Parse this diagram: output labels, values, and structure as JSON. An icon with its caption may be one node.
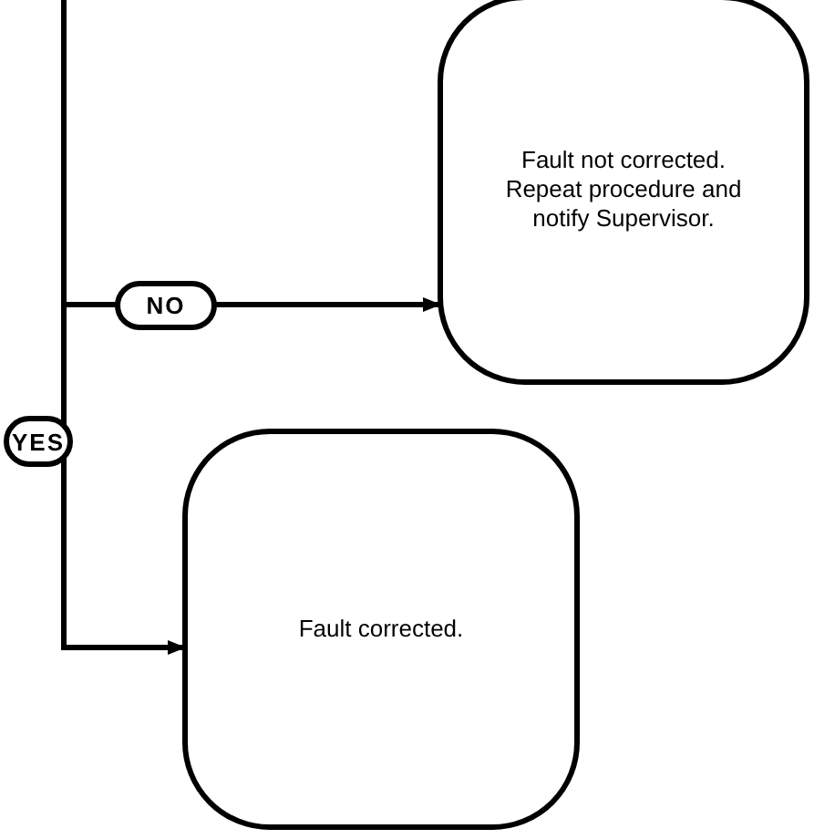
{
  "diagram": {
    "nodes": [
      {
        "text": [
          "Fault not corrected. Repeat procedure and notify Supervisor."
        ]
      },
      {
        "text": [
          "Fault corrected."
        ]
      }
    ],
    "edges": [
      {
        "from": null,
        "to": 0,
        "arrow": "to",
        "label": "NO"
      },
      {
        "from": null,
        "to": 1,
        "arrow": "to",
        "label": "YES"
      }
    ]
  }
}
